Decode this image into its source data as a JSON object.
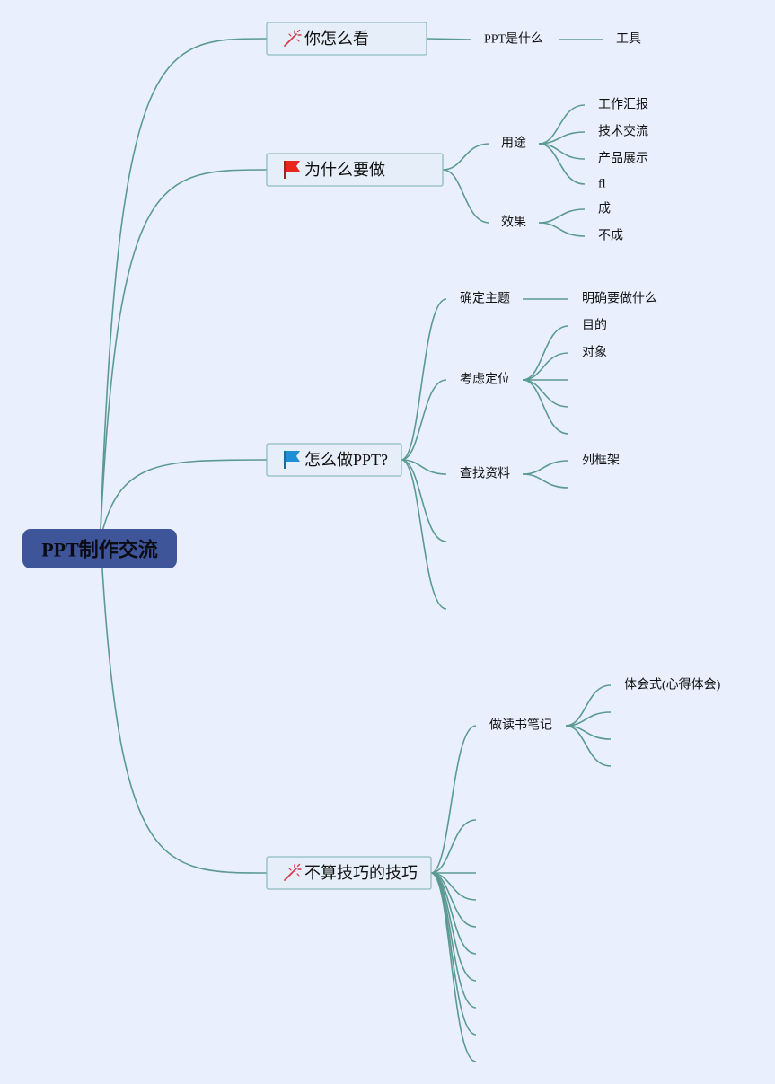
{
  "root": {
    "label": "PPT制作交流"
  },
  "colors": {
    "background": "#e9effc",
    "line": "#5b9a92",
    "root_fill": "#3f5599",
    "topic_border": "#8fbcc0",
    "flag_red": "#e8261c",
    "flag_blue": "#1d8fd6",
    "wand": "#d63b4b"
  },
  "branches": [
    {
      "label": "你怎么看",
      "icon": "magic-wand-icon",
      "children": [
        {
          "label": "PPT是什么",
          "children": [
            {
              "label": "工具"
            }
          ]
        }
      ]
    },
    {
      "label": "为什么要做",
      "icon": "red-flag-icon",
      "children": [
        {
          "label": "用途",
          "children": [
            {
              "label": "工作汇报"
            },
            {
              "label": "技术交流"
            },
            {
              "label": "产品展示"
            },
            {
              "label": "fl"
            }
          ]
        },
        {
          "label": "效果",
          "children": [
            {
              "label": "成"
            },
            {
              "label": "不成"
            }
          ]
        }
      ]
    },
    {
      "label": "怎么做PPT?",
      "icon": "blue-flag-icon",
      "children": [
        {
          "label": "确定主题",
          "children": [
            {
              "label": "明确要做什么"
            }
          ]
        },
        {
          "label": "考虑定位",
          "children": [
            {
              "label": "目的"
            },
            {
              "label": "对象"
            },
            {
              "label": ""
            },
            {
              "label": ""
            },
            {
              "label": ""
            }
          ]
        },
        {
          "label": "查找资料",
          "children": [
            {
              "label": "列框架"
            },
            {
              "label": ""
            }
          ]
        },
        {
          "label": "",
          "children": []
        },
        {
          "label": "",
          "children": []
        }
      ]
    },
    {
      "label": "不算技巧的技巧",
      "icon": "magic-wand-icon",
      "children": [
        {
          "label": "做读书笔记",
          "children": [
            {
              "label": "体会式(心得体会)"
            },
            {
              "label": ""
            },
            {
              "label": ""
            },
            {
              "label": ""
            }
          ]
        },
        {
          "label": "",
          "children": []
        },
        {
          "label": "",
          "children": []
        },
        {
          "label": "",
          "children": []
        },
        {
          "label": "",
          "children": []
        },
        {
          "label": "",
          "children": []
        },
        {
          "label": "",
          "children": []
        },
        {
          "label": "",
          "children": []
        },
        {
          "label": "",
          "children": []
        },
        {
          "label": "",
          "children": []
        }
      ]
    }
  ]
}
